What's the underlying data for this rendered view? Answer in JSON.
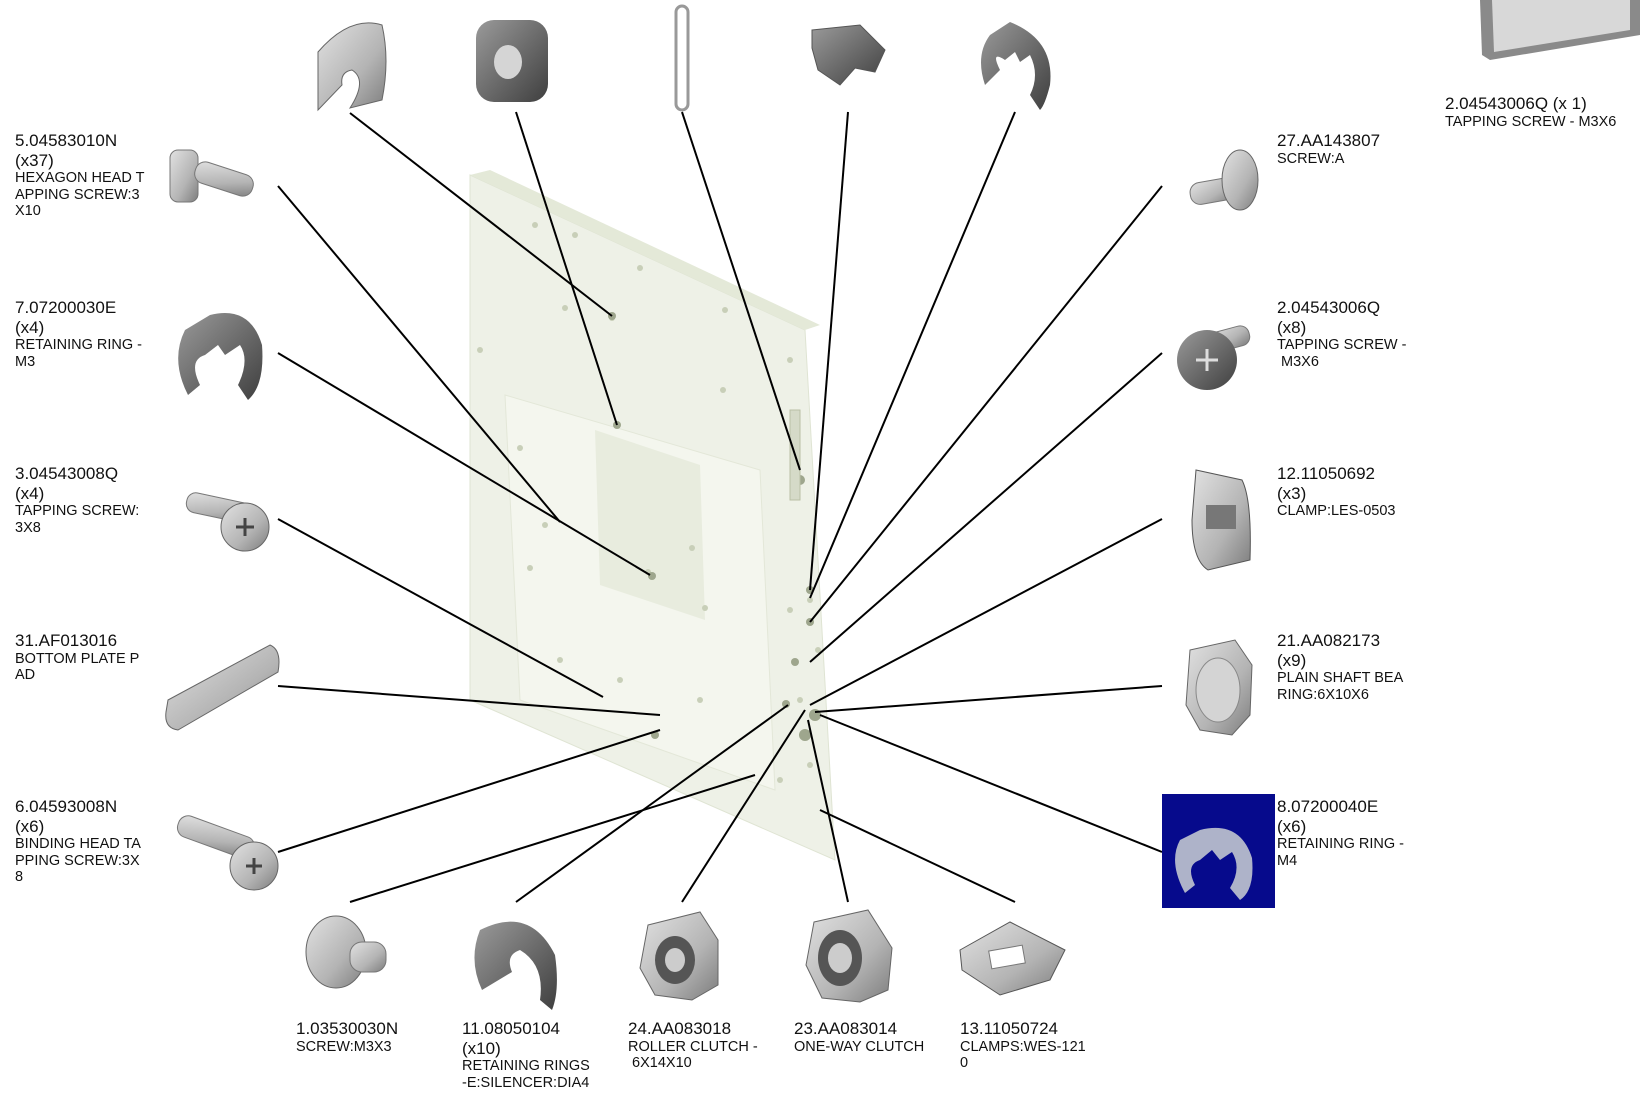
{
  "callouts": {
    "top_right": {
      "pn": "2.04543006Q (x 1)",
      "desc": "TAPPING SCREW - M3X6"
    },
    "l1": {
      "pn": "5.04583010N",
      "qty": "(x37)",
      "d1": "HEXAGON HEAD T",
      "d2": "APPING SCREW:3",
      "d3": "X10"
    },
    "l2": {
      "pn": "7.07200030E",
      "qty": "(x4)",
      "d1": "RETAINING RING -",
      "d2": "M3"
    },
    "l3": {
      "pn": "3.04543008Q",
      "qty": "(x4)",
      "d1": "TAPPING SCREW:",
      "d2": "3X8"
    },
    "l4": {
      "pn": "31.AF013016",
      "d1": "BOTTOM PLATE P",
      "d2": "AD"
    },
    "l5": {
      "pn": "6.04593008N",
      "qty": "(x6)",
      "d1": "BINDING HEAD TA",
      "d2": "PPING SCREW:3X",
      "d3": "8"
    },
    "r1": {
      "pn": "27.AA143807",
      "d1": "SCREW:A"
    },
    "r2": {
      "pn": "2.04543006Q",
      "qty": "(x8)",
      "d1": "TAPPING SCREW -",
      "d2": " M3X6"
    },
    "r3": {
      "pn": "12.11050692",
      "qty": "(x3)",
      "d1": "CLAMP:LES-0503"
    },
    "r4": {
      "pn": "21.AA082173",
      "qty": "(x9)",
      "d1": "PLAIN SHAFT BEA",
      "d2": "RING:6X10X6"
    },
    "r5": {
      "pn": "8.07200040E",
      "qty": "(x6)",
      "d1": "RETAINING RING -",
      "d2": "M4"
    },
    "b1": {
      "pn": "1.03530030N",
      "d1": "SCREW:M3X3"
    },
    "b2": {
      "pn": "11.08050104",
      "qty": "(x10)",
      "d1": "RETAINING RINGS",
      "d2": "-E:SILENCER:DIA4"
    },
    "b3": {
      "pn": "24.AA083018",
      "d1": "ROLLER CLUTCH -",
      "d2": " 6X14X10"
    },
    "b4": {
      "pn": "23.AA083014",
      "d1": "ONE-WAY CLUTCH"
    },
    "b5": {
      "pn": "13.11050724",
      "d1": "CLAMPS:WES-121",
      "d2": "0"
    }
  },
  "colors": {
    "part_gray": "#b9b9b9",
    "part_dark": "#7a7a7a",
    "frame": "#eef2e6",
    "selection": "#060a8c"
  }
}
